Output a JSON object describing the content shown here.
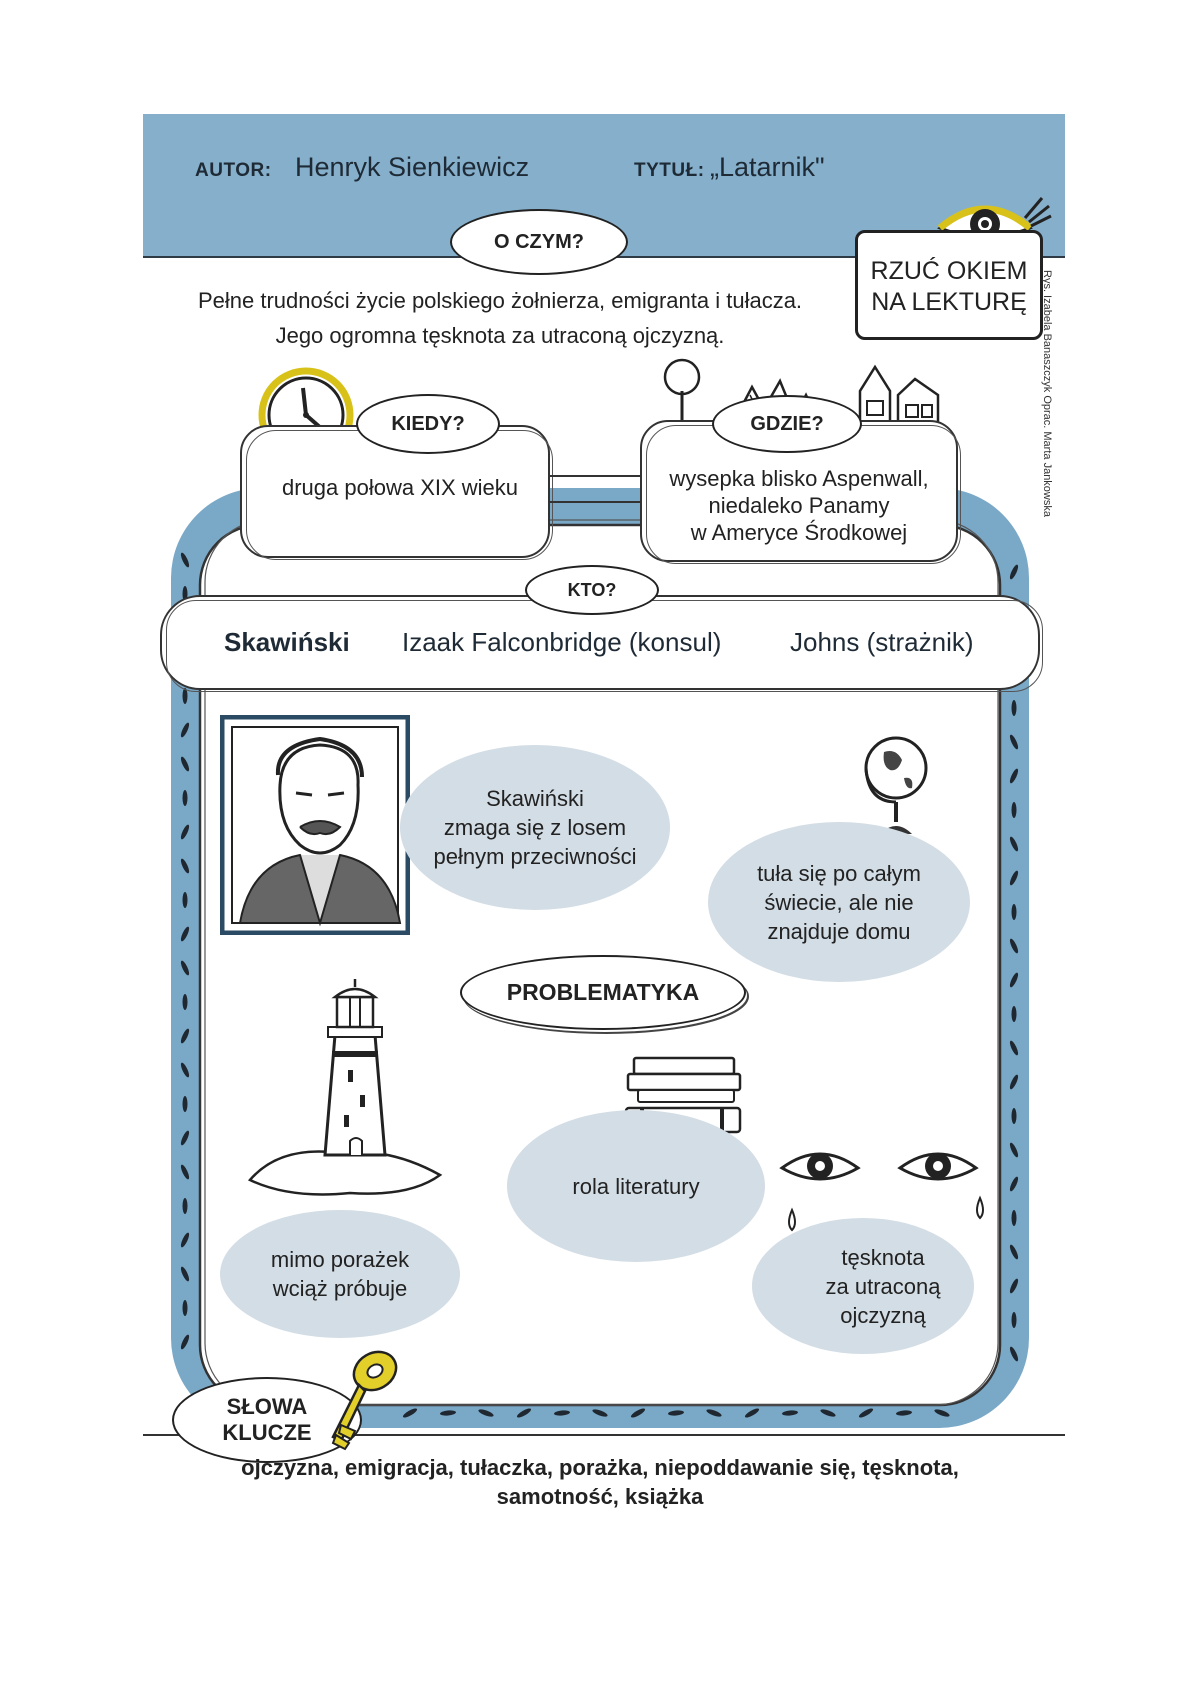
{
  "header": {
    "author_label": "AUTOR:",
    "author": "Henryk Sienkiewicz",
    "title_label": "TYTUŁ:",
    "title": "„Latarnik\""
  },
  "logo": {
    "line1": "RZUĆ OKIEM",
    "line2": "NA LEKTURĘ"
  },
  "side_credit": "Rys. Izabela Banaszczyk   Oprac. Marta Jankowska",
  "about": {
    "label": "O CZYM?",
    "line1": "Pełne trudności życie polskiego żołnierza, emigranta i tułacza.",
    "line2": "Jego ogromna tęsknota za utraconą ojczyzną."
  },
  "when": {
    "label": "KIEDY?",
    "text": "druga połowa XIX wieku"
  },
  "where": {
    "label": "GDZIE?",
    "line1": "wysepka blisko Aspenwall,",
    "line2": "niedaleko Panamy",
    "line3": "w Ameryce Środkowej"
  },
  "who": {
    "label": "KTO?",
    "main": "Skawiński",
    "c2": "Izaak Falconbridge (konsul)",
    "c3": "Johns (strażnik)"
  },
  "problems": {
    "label": "PROBLEMATYKA",
    "p1": [
      "Skawiński",
      "zmaga się z losem",
      "pełnym przeciwności"
    ],
    "p2": [
      "tuła się po całym",
      "świecie, ale nie",
      "znajduje domu"
    ],
    "p3": [
      "mimo porażek",
      "wciąż próbuje"
    ],
    "p4": [
      "rola literatury"
    ],
    "p5": [
      "tęsknota",
      "za utraconą",
      "ojczyzną"
    ]
  },
  "keywords": {
    "label1": "SŁOWA",
    "label2": "KLUCZE",
    "line1": "ojczyzna, emigracja, tułaczka, porażka, niepoddawanie się, tęsknota,",
    "line2": "samotność, książka"
  },
  "colors": {
    "header_blue": "#85afcb",
    "frame_blue": "#7aa8c7",
    "cloud_gray": "#d3dde5",
    "clock_yellow": "#d8c21a",
    "key_yellow": "#e2cf2a"
  }
}
